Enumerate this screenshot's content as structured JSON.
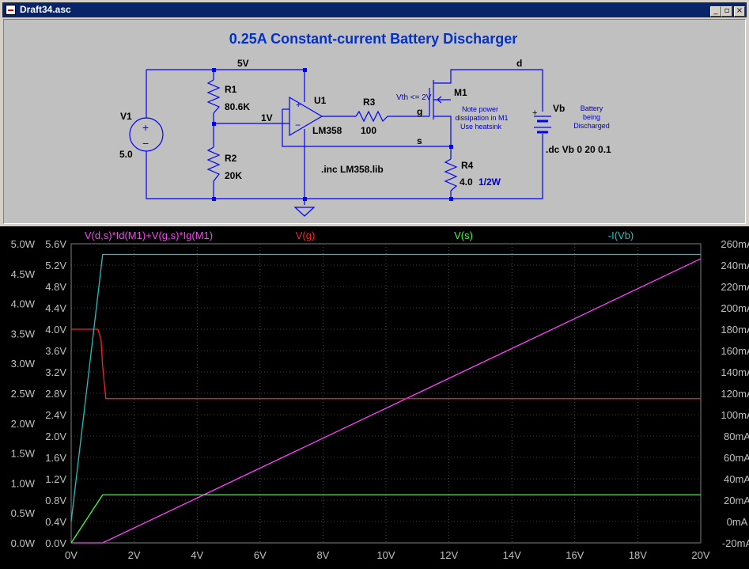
{
  "window": {
    "title": "Draft34.asc"
  },
  "schematic": {
    "title": "0.25A Constant-current Battery Discharger",
    "labels": {
      "v1_name": "V1",
      "v1_value": "5.0",
      "net_5v": "5V",
      "net_1v": "1V",
      "net_g": "g",
      "net_s": "s",
      "net_d": "d",
      "r1_name": "R1",
      "r1_value": "80.6K",
      "r2_name": "R2",
      "r2_value": "20K",
      "u1_name": "U1",
      "u1_value": "LM358",
      "r3_name": "R3",
      "r3_value": "100",
      "r4_name": "R4",
      "r4_value": "4.0",
      "r4_power": "1/2W",
      "m1_name": "M1",
      "vth": "Vth <= 2V",
      "note1": "Note power",
      "note2": "dissipation in M1",
      "note3": "Use heatsink",
      "vb_name": "Vb",
      "vb_note1": "Battery",
      "vb_note2": "being",
      "vb_note3": "Discharged",
      "dc_cmd": ".dc Vb 0 20 0.1",
      "inc_cmd": ".inc LM358.lib",
      "plus": "+",
      "minus": "−"
    }
  },
  "chart_data": {
    "type": "line",
    "x": {
      "label": "",
      "unit": "V",
      "range": [
        0,
        20
      ],
      "ticks": [
        "0V",
        "2V",
        "4V",
        "6V",
        "8V",
        "10V",
        "12V",
        "14V",
        "16V",
        "18V",
        "20V"
      ]
    },
    "axes": {
      "power": {
        "range": [
          0,
          5.0
        ],
        "ticks": [
          "0.0W",
          "0.5W",
          "1.0W",
          "1.5W",
          "2.0W",
          "2.5W",
          "3.0W",
          "3.5W",
          "4.0W",
          "4.5W",
          "5.0W"
        ]
      },
      "voltage": {
        "range": [
          0,
          5.6
        ],
        "ticks": [
          "0.0V",
          "0.4V",
          "0.8V",
          "1.2V",
          "1.6V",
          "2.0V",
          "2.4V",
          "2.8V",
          "3.2V",
          "3.6V",
          "4.0V",
          "4.4V",
          "4.8V",
          "5.2V",
          "5.6V"
        ]
      },
      "current": {
        "range": [
          -20,
          260
        ],
        "ticks": [
          "-20mA",
          "0mA",
          "20mA",
          "40mA",
          "60mA",
          "80mA",
          "100mA",
          "120mA",
          "140mA",
          "160mA",
          "180mA",
          "200mA",
          "220mA",
          "240mA",
          "260mA"
        ]
      }
    },
    "series": [
      {
        "name": "V(d,s)*Id(M1)+V(g,s)*Ig(M1)",
        "axis": "power",
        "color": "#ff40ff",
        "points": [
          [
            0,
            0
          ],
          [
            1,
            0
          ],
          [
            20,
            4.75
          ]
        ]
      },
      {
        "name": "V(g)",
        "axis": "voltage",
        "color": "#ff2020",
        "points": [
          [
            0,
            4.0
          ],
          [
            0.85,
            4.0
          ],
          [
            0.95,
            3.8
          ],
          [
            1.0,
            3.3
          ],
          [
            1.1,
            2.7
          ],
          [
            20,
            2.7
          ]
        ]
      },
      {
        "name": "V(s)",
        "axis": "voltage",
        "color": "#40ff40",
        "points": [
          [
            0,
            0
          ],
          [
            1,
            0.9
          ],
          [
            20,
            0.9
          ]
        ]
      },
      {
        "name": "-I(Vb)",
        "axis": "current",
        "color": "#20c0c0",
        "points": [
          [
            0,
            0
          ],
          [
            1,
            250
          ],
          [
            20,
            250
          ]
        ]
      }
    ],
    "grid": true
  }
}
